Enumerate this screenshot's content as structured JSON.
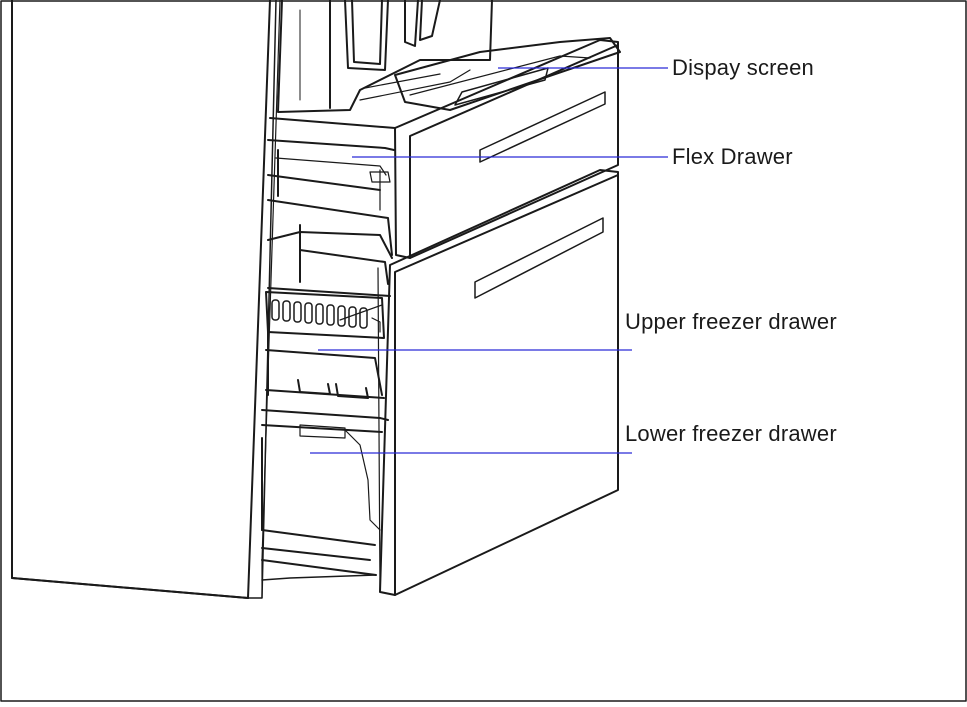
{
  "callouts": {
    "display_screen": "Dispay screen",
    "flex_drawer": "Flex Drawer",
    "upper_freezer_drawer": "Upper freezer drawer",
    "lower_freezer_drawer": "Lower freezer drawer"
  },
  "colors": {
    "line_art": "#1a1a1a",
    "leader_line": "#2b2bd6",
    "background": "#ffffff"
  }
}
